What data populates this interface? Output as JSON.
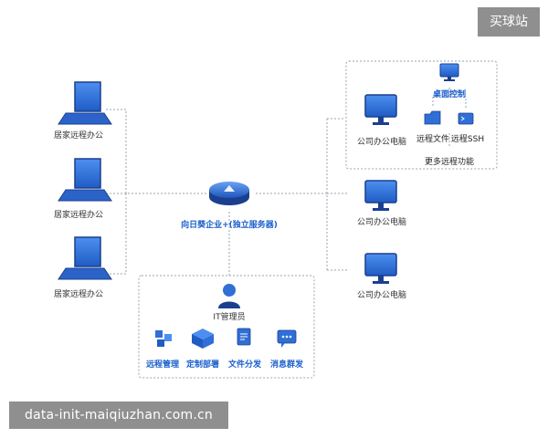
{
  "watermarks": {
    "top_right": "买球站",
    "bottom_left": "data-init-maiqiuzhan.com.cn"
  },
  "remote_home": {
    "labels": [
      "居家远程办公",
      "居家远程办公",
      "居家远程办公"
    ]
  },
  "server": {
    "label": "向日葵企业+(独立服务器)"
  },
  "admin": {
    "label": "IT管理员",
    "functions": [
      "远程管理",
      "定制部署",
      "文件分发",
      "消息群发"
    ]
  },
  "office": {
    "labels": [
      "公司办公电脑",
      "公司办公电脑",
      "公司办公电脑"
    ],
    "desktop_control": "桌面控制",
    "remote_file": "远程文件",
    "remote_ssh": "远程SSH",
    "more_functions": "更多远程功能"
  },
  "colors": {
    "device_blue": "#2f6fd6",
    "device_dark": "#1b3f8f",
    "label_blue": "#1a5fcc",
    "dashed_border": "#9aa3ad",
    "watermark_bg": "#8f8f8f"
  }
}
